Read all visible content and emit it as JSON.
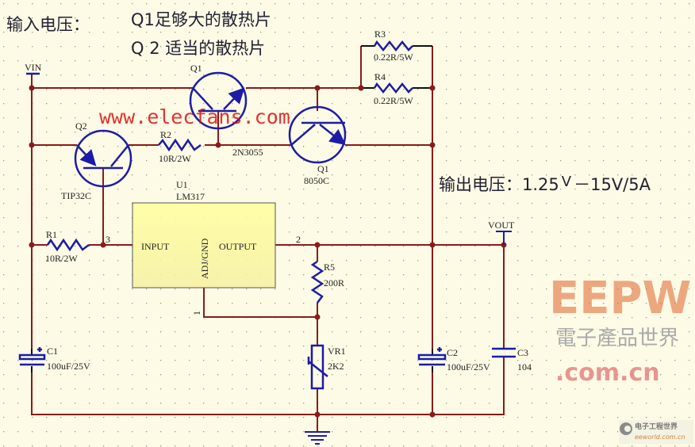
{
  "notes": {
    "input_voltage": "输入电压：",
    "q1_note": "Q1足够大的散热片",
    "q2_note": "Q 2 适当的散热片",
    "output_voltage": "输出电压：1.25",
    "output_v": "V",
    "output_range": "－15V/5A"
  },
  "nets": {
    "vin": "VIN",
    "vout": "VOUT"
  },
  "components": {
    "q1_power": {
      "ref": "Q1",
      "value": "2N3055"
    },
    "q1_driver": {
      "ref": "Q1",
      "value": "8050C"
    },
    "q2": {
      "ref": "Q2",
      "value": "TIP32C"
    },
    "r1": {
      "ref": "R1",
      "value": "10R/2W"
    },
    "r2": {
      "ref": "R2",
      "value": "10R/2W"
    },
    "r3": {
      "ref": "R3",
      "value": "0.22R/5W"
    },
    "r4": {
      "ref": "R4",
      "value": "0.22R/5W"
    },
    "r5": {
      "ref": "R5",
      "value": "200R"
    },
    "vr1": {
      "ref": "VR1",
      "value": "2K2"
    },
    "c1": {
      "ref": "C1",
      "value": "100uF/25V"
    },
    "c2": {
      "ref": "C2",
      "value": "100uF/25V"
    },
    "c3": {
      "ref": "C3",
      "value": "104"
    },
    "u1": {
      "ref": "U1",
      "value": "LM317",
      "pin_input": "INPUT",
      "pin_output": "OUTPUT",
      "pin_adj": "ADJ/GND",
      "pin1": "1",
      "pin2": "2",
      "pin3": "3"
    }
  },
  "watermarks": {
    "elecfans": "www.elecfans.com",
    "eepw": "EEPW",
    "eepw_cn": "電子產品世界",
    "eepw_domain": ".com.cn",
    "eeworld_cn": "电子工程世界",
    "eeworld_domain": "eeworld.com.cn"
  },
  "colors": {
    "wire": "#8b1a1a",
    "symbol": "#1c1ca8",
    "ic_fill": "#ffffa8",
    "background": "#fdfbe6"
  }
}
